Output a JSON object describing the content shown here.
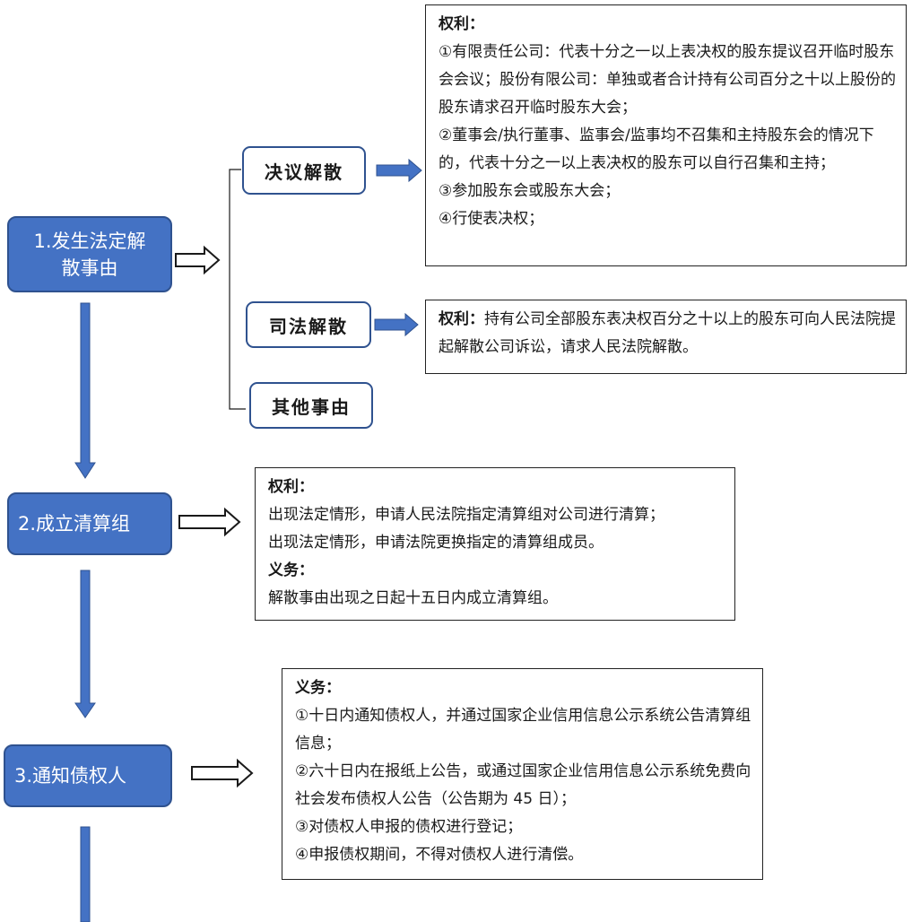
{
  "steps": [
    {
      "label": "1.发生法定解散事由"
    },
    {
      "label": "2.成立清算组"
    },
    {
      "label": "3.通知债权人"
    }
  ],
  "branches": [
    {
      "label": "决议解散"
    },
    {
      "label": "司法解散"
    },
    {
      "label": "其他事由"
    }
  ],
  "notes": {
    "resolution": {
      "heading": "权利：",
      "lines": [
        "①有限责任公司：代表十分之一以上表决权的股东提议召开临时股东会会议；股份有限公司：单独或者合计持有公司百分之十以上股份的股东请求召开临时股东大会；",
        "②董事会/执行董事、监事会/监事均不召集和主持股东会的情况下的，代表十分之一以上表决权的股东可以自行召集和主持；",
        "③参加股东会或股东大会；",
        "④行使表决权；"
      ]
    },
    "judicial": {
      "heading": "权利：",
      "text": "持有公司全部股东表决权百分之十以上的股东可向人民法院提起解散公司诉讼，请求人民法院解散。"
    },
    "liquidation": {
      "rights_heading": "权利：",
      "rights": [
        "出现法定情形，申请人民法院指定清算组对公司进行清算；",
        "出现法定情形，申请法院更换指定的清算组成员。"
      ],
      "duties_heading": "义务：",
      "duties": [
        "解散事由出现之日起十五日内成立清算组。"
      ]
    },
    "creditors": {
      "duties_heading": "义务：",
      "duties": [
        "①十日内通知债权人，并通过国家企业信用信息公示系统公告清算组信息；",
        "②六十日内在报纸上公告，或通过国家企业信用信息公示系统免费向社会发布债权人公告（公告期为 45 日）；",
        "③对债权人申报的债权进行登记；",
        "④申报债权期间，不得对债权人进行清偿。"
      ]
    }
  },
  "colors": {
    "step_fill": "#4472c4",
    "step_border": "#2f528f",
    "arrow_fill": "#4472c4"
  }
}
